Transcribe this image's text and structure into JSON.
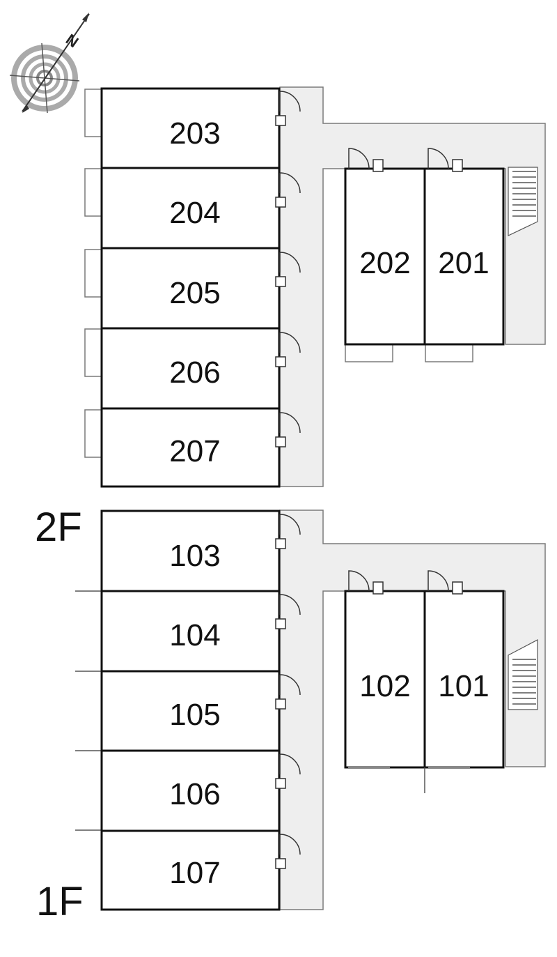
{
  "compass": {
    "north_label": "N"
  },
  "floors": [
    {
      "label": "2F",
      "units_left": [
        "203",
        "204",
        "205",
        "206",
        "207"
      ],
      "units_right": [
        "202",
        "201"
      ]
    },
    {
      "label": "1F",
      "units_left": [
        "103",
        "104",
        "105",
        "106",
        "107"
      ],
      "units_right": [
        "102",
        "101"
      ]
    }
  ]
}
